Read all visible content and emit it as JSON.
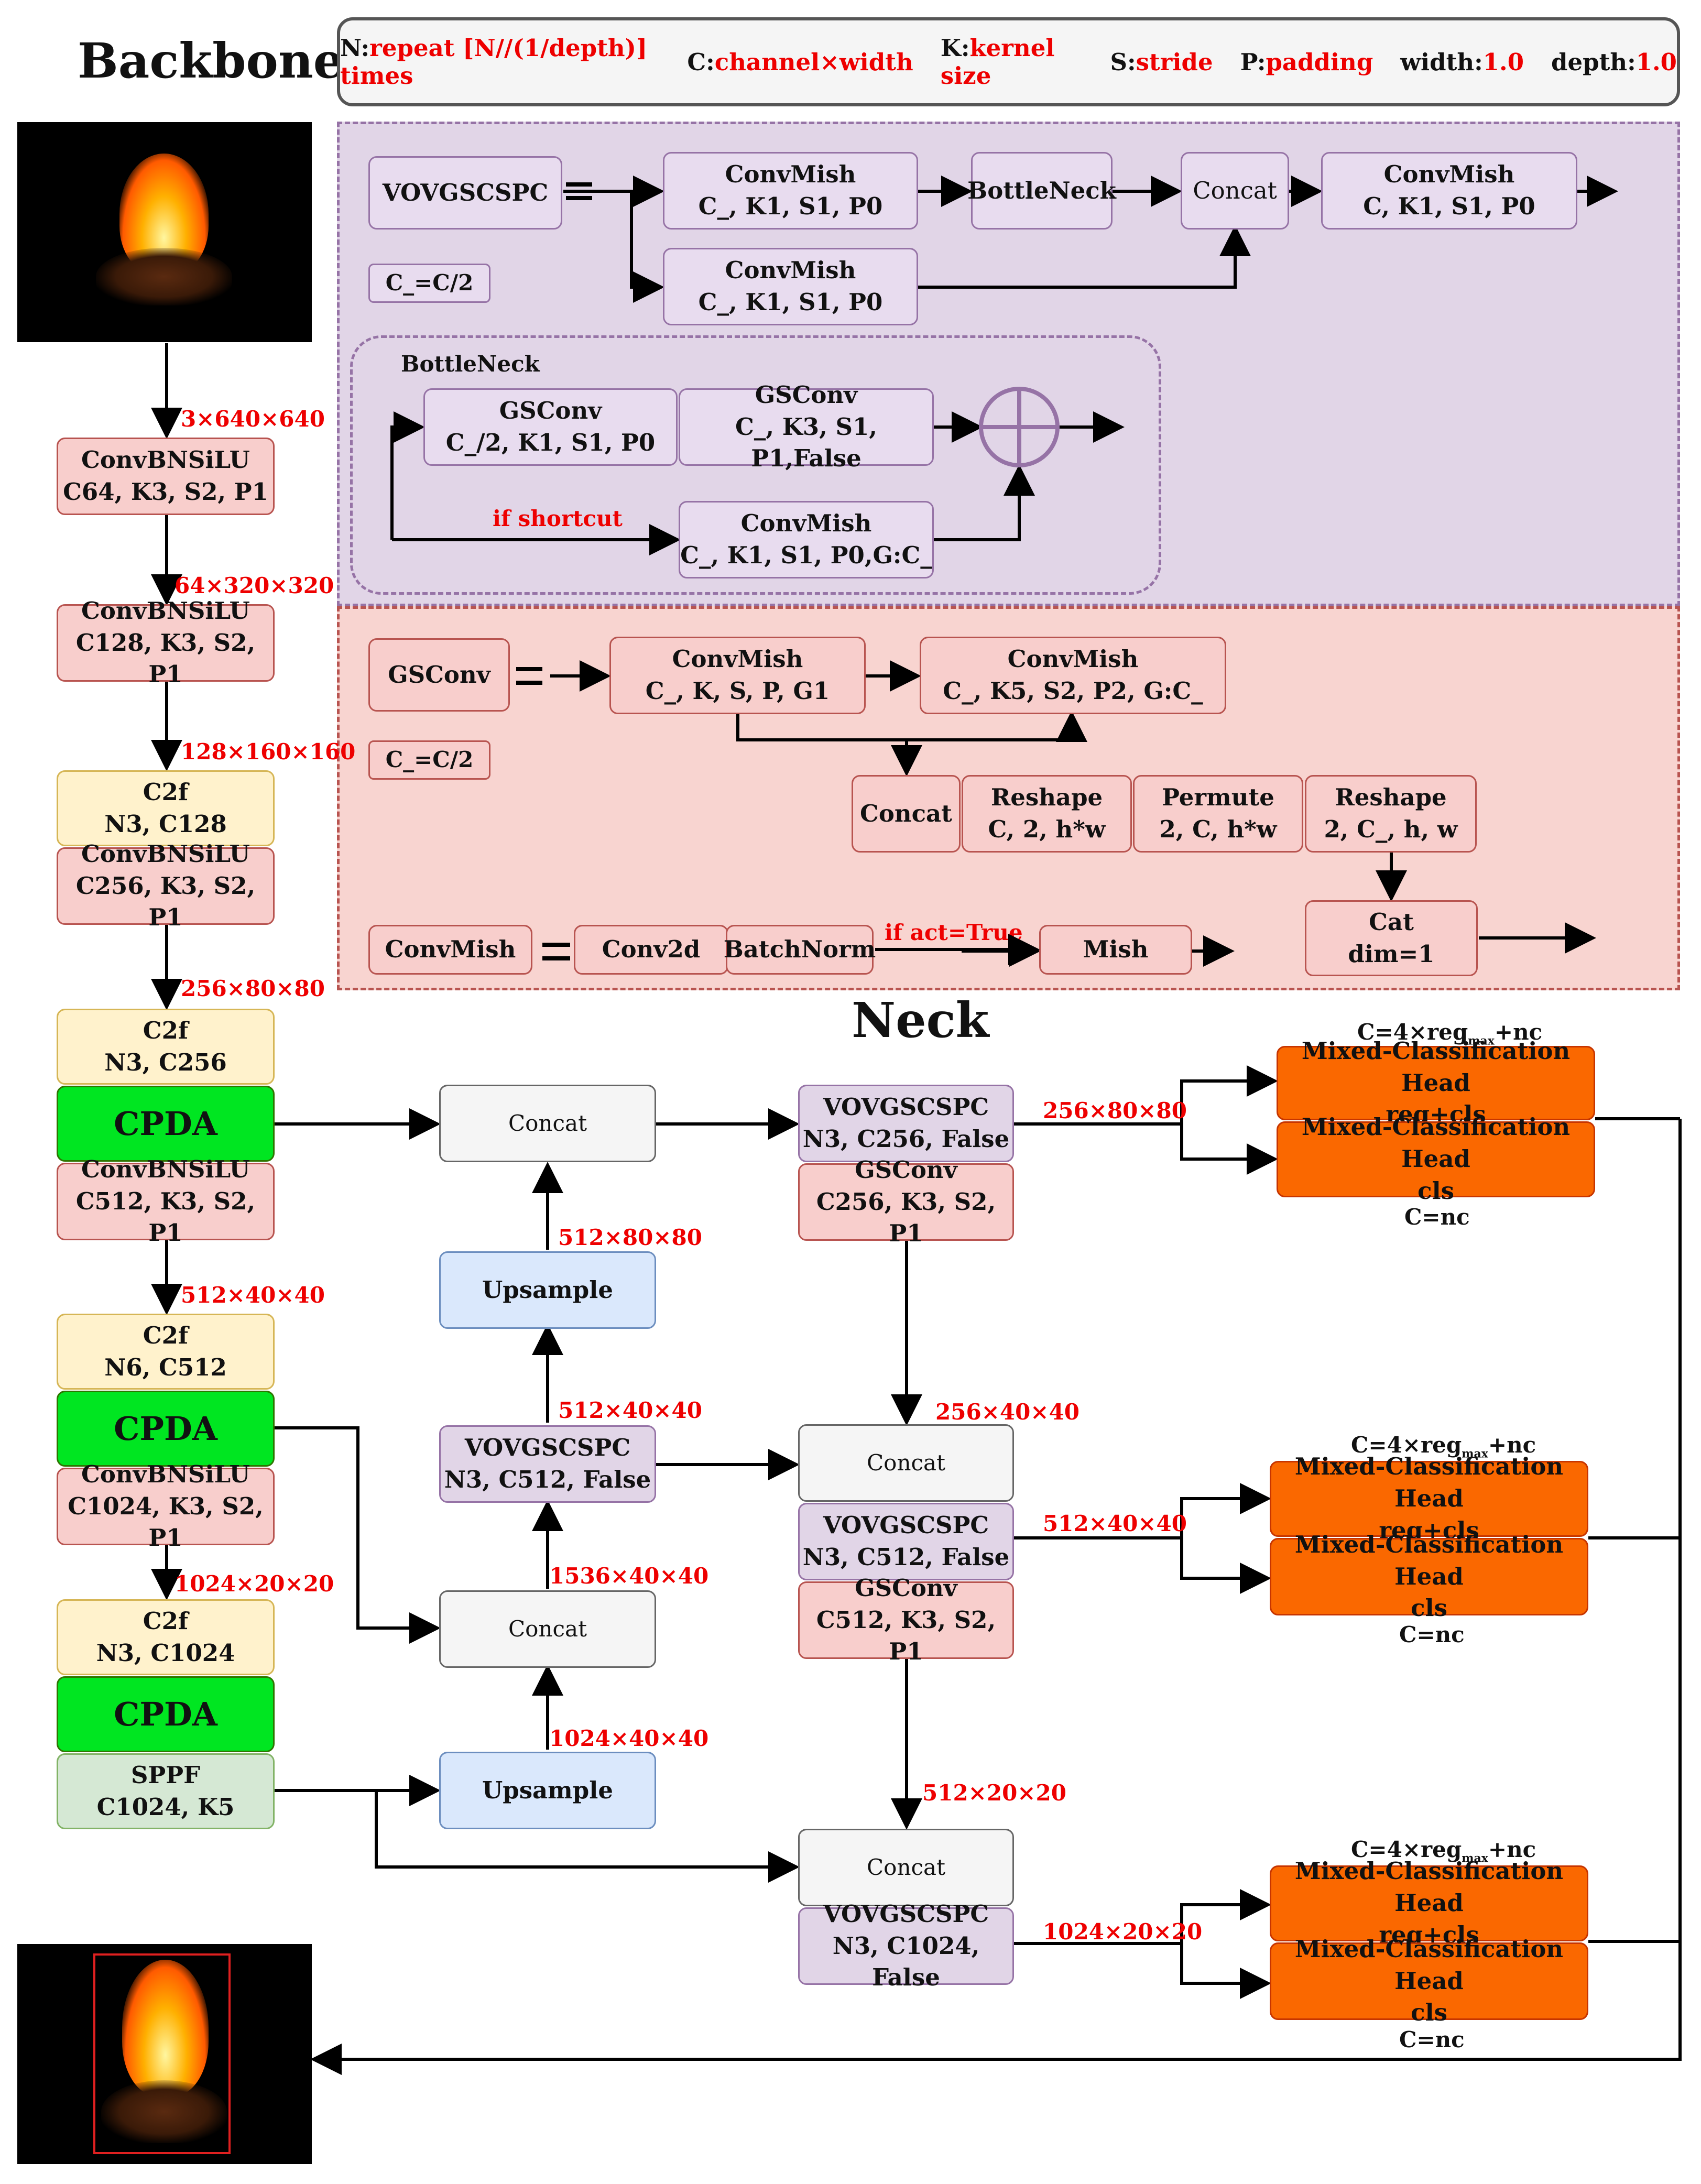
{
  "titles": {
    "backbone": "Backbone",
    "neck": "Neck"
  },
  "legend": [
    {
      "k": "N:",
      "v": "repeat [N//(1/depth)] times"
    },
    {
      "k": "C:",
      "v": "channel×width"
    },
    {
      "k": "K:",
      "v": "kernel size"
    },
    {
      "k": "S:",
      "v": "stride"
    },
    {
      "k": "P:",
      "v": "padding"
    },
    {
      "k": "width:",
      "v": "1.0"
    },
    {
      "k": "depth:",
      "v": "1.0"
    }
  ],
  "backbone": {
    "conv1": [
      "ConvBNSiLU",
      "C64, K3, S2, P1"
    ],
    "conv2": [
      "ConvBNSiLU",
      "C128, K3, S2, P1"
    ],
    "c2f1": [
      "C2f",
      "N3, C128"
    ],
    "conv3": [
      "ConvBNSiLU",
      "C256, K3, S2, P1"
    ],
    "c2f2": [
      "C2f",
      "N3, C256"
    ],
    "cpda1": "CPDA",
    "conv4": [
      "ConvBNSiLU",
      "C512, K3, S2, P1"
    ],
    "c2f3": [
      "C2f",
      "N6, C512"
    ],
    "cpda2": "CPDA",
    "conv5": [
      "ConvBNSiLU",
      "C1024, K3, S2, P1"
    ],
    "c2f4": [
      "C2f",
      "N3, C1024"
    ],
    "cpda3": "CPDA",
    "sppf": [
      "SPPF",
      "C1024, K5"
    ],
    "dims": [
      "3×640×640",
      "64×320×320",
      "128×160×160",
      "256×80×80",
      "512×40×40",
      "1024×20×20"
    ]
  },
  "vov": {
    "name": "VOVGSCSPC",
    "cm1": [
      "ConvMish",
      "C_, K1, S1, P0"
    ],
    "bottleneck": "BottleNeck",
    "concat": "Concat",
    "cm3": [
      "ConvMish",
      "C, K1, S1, P0"
    ],
    "cm2": [
      "ConvMish",
      "C_, K1, S1, P0"
    ],
    "cdef": "C_=C/2",
    "bn_title": "BottleNeck",
    "gs1": [
      "GSConv",
      "C_/2, K1, S1, P0"
    ],
    "gs2": [
      "GSConv",
      "C_, K3, S1, P1,False"
    ],
    "shortcut": "if shortcut",
    "cm4": [
      "ConvMish",
      "C_, K1, S1, P0,G:C_"
    ]
  },
  "gsconv": {
    "name": "GSConv",
    "cdef": "C_=C/2",
    "cm1": [
      "ConvMish",
      "C_, K, S, P, G1"
    ],
    "cm2": [
      "ConvMish",
      "C_, K5, S2, P2, G:C_"
    ],
    "concat": "Concat",
    "reshape1": [
      "Reshape",
      "C, 2, h*w"
    ],
    "permute": [
      "Permute",
      "2, C, h*w"
    ],
    "reshape2": [
      "Reshape",
      "2, C_, h, w"
    ],
    "cat": [
      "Cat",
      "dim=1"
    ],
    "convmish": "ConvMish",
    "conv2d": "Conv2d",
    "batchnorm": "BatchNorm",
    "act": "if act=True",
    "mish": "Mish"
  },
  "neck": {
    "concat": "Concat",
    "upsample": "Upsample",
    "vov1": [
      "VOVGSCSPC",
      "N3, C512, False"
    ],
    "vov2": [
      "VOVGSCSPC",
      "N3, C256, False"
    ],
    "gs1": [
      "GSConv",
      "C256, K3, S2, P1"
    ],
    "vov3": [
      "VOVGSCSPC",
      "N3, C512, False"
    ],
    "gs2": [
      "GSConv",
      "C512, K3, S2, P1"
    ],
    "vov4": [
      "VOVGSCSPC",
      "N3, C1024, False"
    ],
    "dims": {
      "u1": "512×80×80",
      "v1": "512×40×40",
      "c2": "1536×40×40",
      "u2": "1024×40×40",
      "o1": "256×80×80",
      "g1": "256×40×40",
      "o2": "512×40×40",
      "g2": "512×20×20",
      "o3": "1024×20×20"
    }
  },
  "head": {
    "name": "Mixed-Classification  Head",
    "name2": "Mixed-Classification Head",
    "regcls": "reg+cls",
    "cls": "cls",
    "cformula_pre": "C=4×reg",
    "cformula_sub": "max",
    "cformula_post": "+nc",
    "cnc": "C=nc"
  },
  "colors": {
    "wire": "#000000",
    "label_red": "#ee0000"
  }
}
